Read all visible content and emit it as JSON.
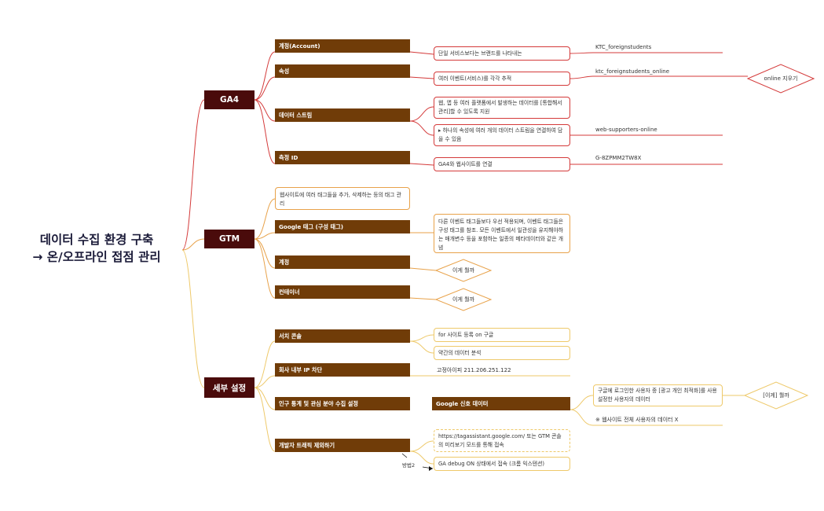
{
  "root": {
    "line1": "데이터 수집 환경 구축",
    "line2": "→ 온/오프라인 접점 관리"
  },
  "ga4": {
    "title": "GA4",
    "account": {
      "label": "계정(Account)",
      "desc": "단일 서비스보다는 브랜드를 나타내는",
      "value": "KTC_foreignstudents"
    },
    "property": {
      "label": "속성",
      "desc": "여러 이벤트(서비스)를 각각 추적",
      "value": "ktc_foreignstudents_online",
      "note": "online 지우기"
    },
    "stream": {
      "label": "데이터 스트림",
      "desc1": "웹, 앱 등 여러 플랫폼에서 발생하는 데이터를 [통합해서 관리]할 수 있도록 지원",
      "desc2": "▸ 하나의 속성에 여러 개의 데이터 스트림을 연결하여 담을 수 있음",
      "value": "web-supporters-online"
    },
    "measure": {
      "label": "측정 ID",
      "desc": "GA4와 웹사이트를 연결",
      "value": "G-8ZPMM2TW8X"
    }
  },
  "gtm": {
    "title": "GTM",
    "desc": "웹사이트에 여러 태그들을 추가, 삭제하는 등의 태그 관리",
    "tag": {
      "label": "Google 태그 (구성 태그)",
      "desc": "다른 이벤트 태그들보다 우선 적용되며, 이벤트 태그들은 구성 태그를 참조. 모든 이벤트에서 일관성을 유지해야하는 매개변수 등을 포함하는 일종의 메타데이터와 같은 개념"
    },
    "account": {
      "label": "계정",
      "note": "이게 뭘까"
    },
    "container": {
      "label": "컨테이너",
      "note": "이게 뭘까"
    }
  },
  "detail": {
    "title": "세부 설정",
    "search": {
      "label": "서치 콘솔",
      "item1": "for 사이트 등록 on 구글",
      "item2": "약간의 데이터 분석"
    },
    "ip": {
      "label": "회사 내부 IP 차단",
      "value": "고정아이피 211.206.251.122"
    },
    "demo": {
      "label": "인구 통계 및 관심 분야 수집 설정",
      "sub": "Google 신호 데이터",
      "desc": "구글에 로그인한 사용자 중 [광고 개인 최적화]를 사용 설정한 사용자의 데이터",
      "note": "[이게] 뭘까",
      "value": "※ 웹사이트 전체 사용자의 데이터 X"
    },
    "dev": {
      "label": "개발자 트래픽 제외하기",
      "item1": "https://tagassistant.google.com/ 또는 GTM 콘솔의 미리보기 모드를 통해 접속",
      "item2": "GA debug ON 상태에서 접속 (크롬 익스텐션)",
      "method": "방법2"
    }
  }
}
